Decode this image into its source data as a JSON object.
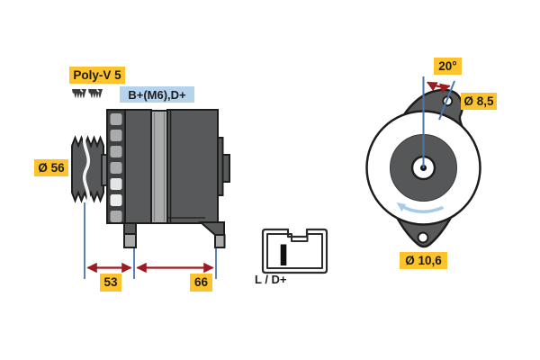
{
  "side_view": {
    "belt_type_label": "Poly-V 5",
    "terminal_label": "B+(M6),D+",
    "pulley_diameter_label": "Ø 56",
    "dimension_pulley_to_mount": "53",
    "dimension_mount_span": "66"
  },
  "connector": {
    "terminal_label": "L / D+"
  },
  "front_view": {
    "mounting_angle_label": "20°",
    "upper_hole_diameter_label": "Ø 8,5",
    "lower_hole_diameter_label": "Ø 10,6"
  },
  "colors": {
    "label_yellow": "#fcc32c",
    "label_blue": "#b5d3ec",
    "dimension_red": "#9b1c20",
    "guide_line_blue": "#4a76ab",
    "rotation_arrow_blue": "#a5cbe9",
    "housing_dark_gray": "#58595b",
    "housing_light_gray": "#a9abad",
    "text_dark": "#1c1c1a"
  }
}
